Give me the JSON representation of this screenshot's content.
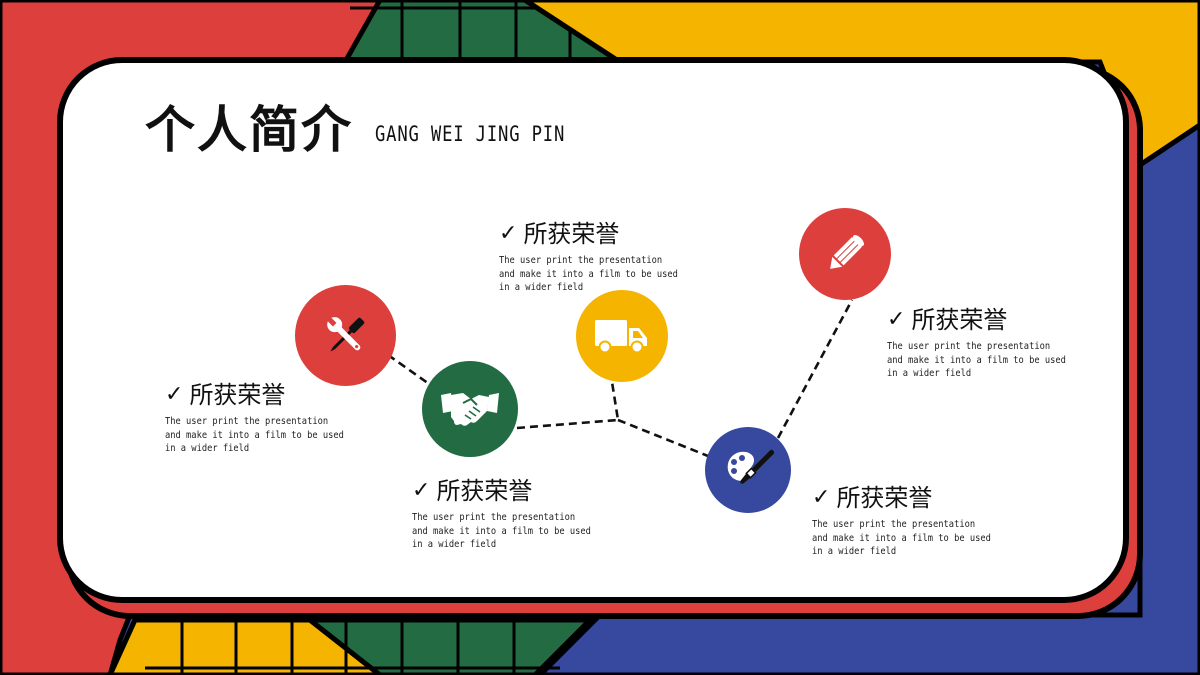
{
  "slide": {
    "title": "个人简介",
    "subtitle": "GANG WEI JING PIN",
    "colors": {
      "red": "#dd3f3d",
      "green": "#226b43",
      "yellow": "#f4b400",
      "blue": "#37489f",
      "outline": "#000000",
      "card": "#ffffff"
    }
  },
  "items": [
    {
      "icon": "tools-icon",
      "color": "#dd3f3d",
      "check": "✓",
      "title": "所获荣誉",
      "desc": "The user print the presentation\nand make it into a film to be used\nin a wider field"
    },
    {
      "icon": "handshake-icon",
      "color": "#226b43",
      "check": "✓",
      "title": "所获荣誉",
      "desc": "The user print the presentation\nand make it into a film to be used\nin a wider field"
    },
    {
      "icon": "truck-icon",
      "color": "#f4b400",
      "check": "✓",
      "title": "所获荣誉",
      "desc": "The user print the presentation\nand make it into a film to be used\nin a wider field"
    },
    {
      "icon": "palette-icon",
      "color": "#37489f",
      "check": "✓",
      "title": "所获荣誉",
      "desc": "The user print the presentation\nand make it into a film to be used\nin a wider field"
    },
    {
      "icon": "pencil-icon",
      "color": "#dd3f3d",
      "check": "✓",
      "title": "所获荣誉",
      "desc": "The user print the presentation\nand make it into a film to be used\nin a wider field"
    }
  ]
}
